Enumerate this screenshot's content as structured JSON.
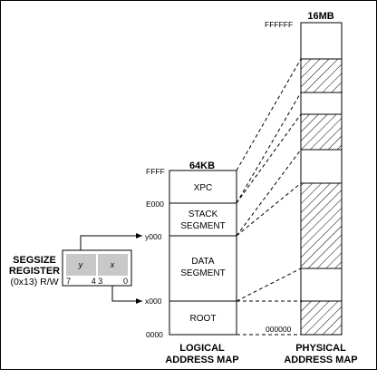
{
  "logical_map": {
    "size_label": "64KB",
    "caption_line1": "LOGICAL",
    "caption_line2": "ADDRESS MAP",
    "top_address": "FFFF",
    "bottom_address": "0000",
    "segments": [
      {
        "name_line1": "XPC",
        "name_line2": "",
        "start_address": "E000"
      },
      {
        "name_line1": "STACK",
        "name_line2": "SEGMENT",
        "start_address": "y000"
      },
      {
        "name_line1": "DATA",
        "name_line2": "SEGMENT",
        "start_address": "x000"
      },
      {
        "name_line1": "ROOT",
        "name_line2": "",
        "start_address": "0000"
      }
    ]
  },
  "physical_map": {
    "size_label": "16MB",
    "caption_line1": "PHYSICAL",
    "caption_line2": "ADDRESS MAP",
    "top_address": "FFFFFF",
    "bottom_address": "000000"
  },
  "register": {
    "name_line1": "SEGSIZE",
    "name_line2": "REGISTER",
    "name_line3": "(0x13) R/W",
    "field_high": "y",
    "field_low": "x",
    "bit_7": "7",
    "bit_43": "4 3",
    "bit_0": "0"
  },
  "colors": {
    "line": "#000000",
    "register_fill": "#c8c8c8",
    "background": "#ffffff"
  }
}
